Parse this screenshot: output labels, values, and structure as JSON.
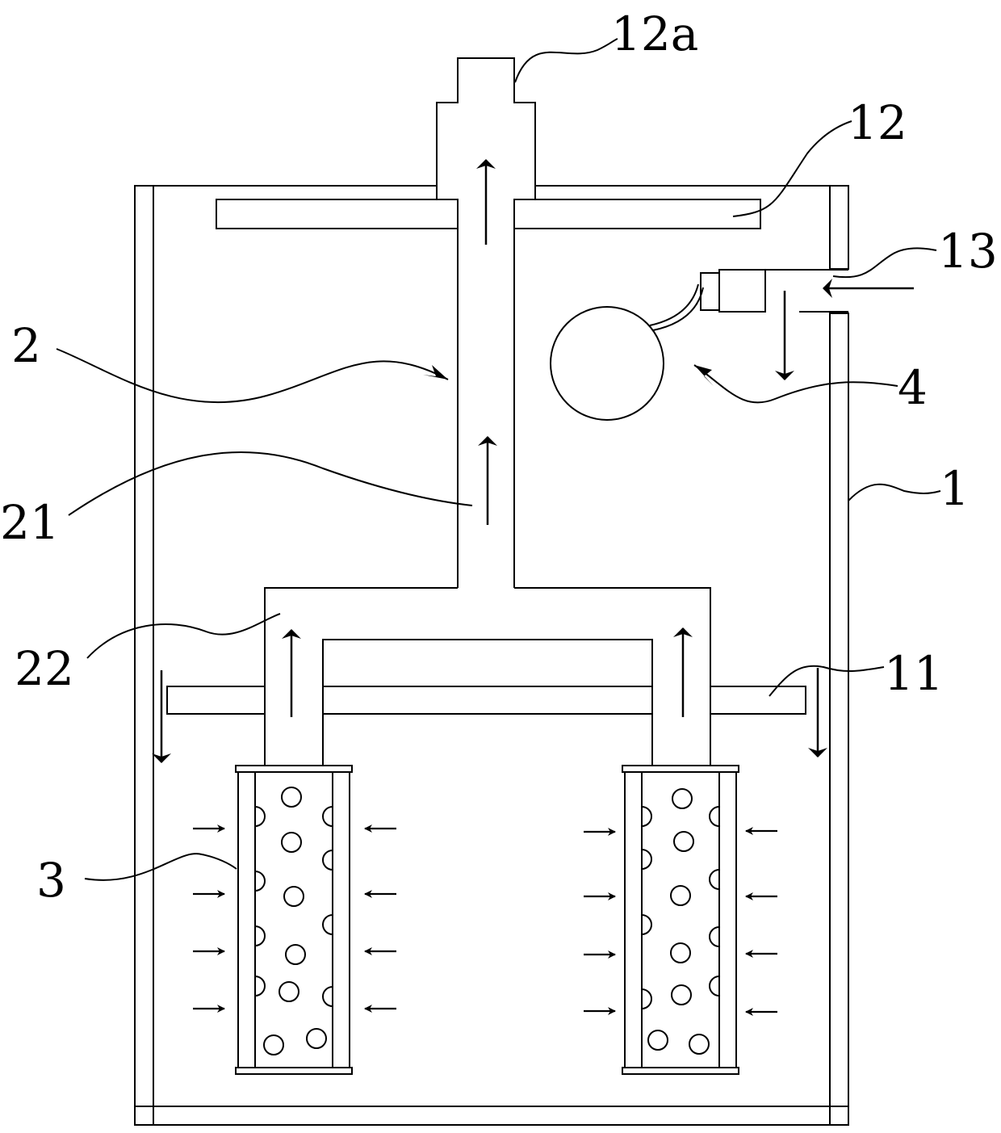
{
  "labels": {
    "outlet_12a": "12a",
    "plate_12": "12",
    "inlet_13": "13",
    "pipe_2": "2",
    "float_4": "4",
    "main_pipe_21": "21",
    "housing_1": "1",
    "branch_pipe_22": "22",
    "plate_11": "11",
    "filter_3": "3"
  }
}
